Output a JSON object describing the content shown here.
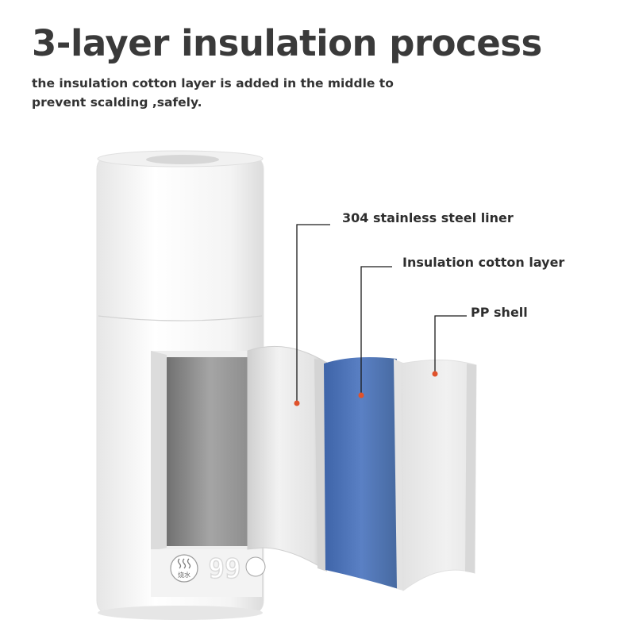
{
  "header": {
    "title": "3-layer insulation process",
    "subtitle": "the insulation cotton layer is added in the middle to prevent scalding ,safely."
  },
  "callouts": [
    {
      "label": "304 stainless steel liner"
    },
    {
      "label": "Insulation cotton layer"
    },
    {
      "label": "PP shell"
    }
  ],
  "device": {
    "display_value": "99",
    "boil_button_text": "烧水"
  },
  "colors": {
    "title": "#3a3a3a",
    "cotton_layer": "#4f74b8",
    "marker_dot": "#e0522b",
    "liner": "#d9d9d9"
  },
  "icons": [
    "steam-icon"
  ]
}
